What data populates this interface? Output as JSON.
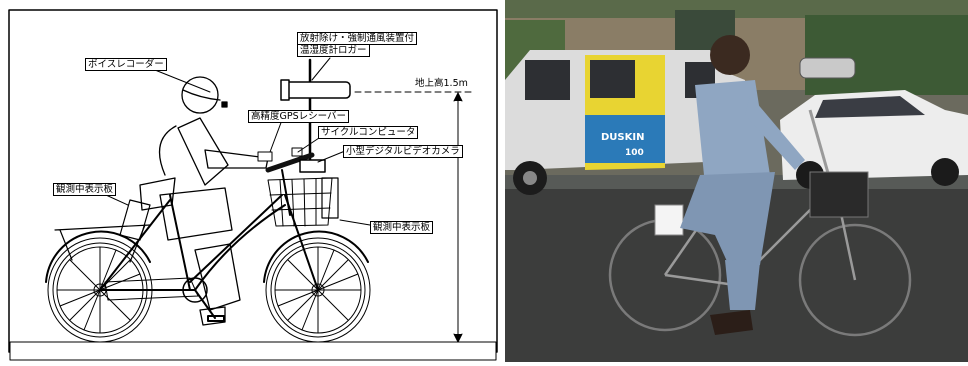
{
  "diagram": {
    "labels": {
      "voice_recorder": "ボイスレコーダー",
      "radiation_shield_line1": "放射除け・強制通風装置付",
      "radiation_shield_line2": "温湿度計ロガー",
      "height_label": "地上高1.5m",
      "gps_receiver": "高精度GPSレシーバー",
      "cycle_computer": "サイクルコンピュータ",
      "video_camera": "小型デジタルビデオカメラ",
      "sign_left": "観測中表示板",
      "sign_right": "観測中表示板"
    }
  },
  "photo": {
    "van_sign_line1": "DUSKIN",
    "van_sign_line2": "100"
  }
}
